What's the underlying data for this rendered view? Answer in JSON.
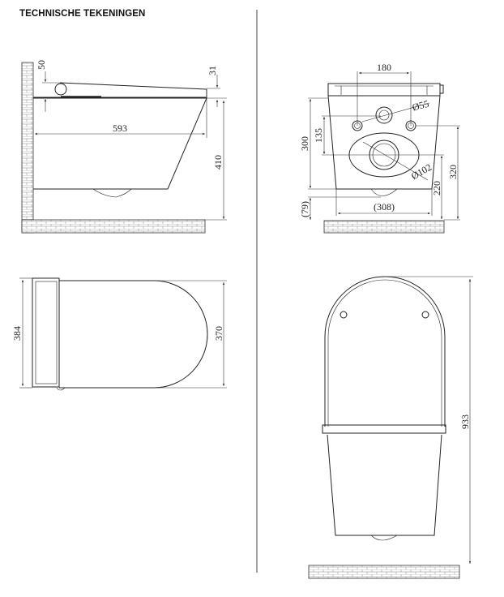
{
  "title": "TECHNISCHE TEKENINGEN",
  "side_view": {
    "seat_height": "50",
    "lid_height": "31",
    "depth": "593",
    "bowl_height": "410"
  },
  "front_view": {
    "hole_spacing": "180",
    "inlet_diameter": "Ø55",
    "outlet_diameter": "Ø102",
    "total_height": "300",
    "hole_offset": "135",
    "width": "(308)",
    "floor_gap": "(79)",
    "outlet_height": "220",
    "inlet_height": "320"
  },
  "top_view": {
    "total_width": "384",
    "bowl_width": "370"
  },
  "open_view": {
    "total_height": "933"
  }
}
